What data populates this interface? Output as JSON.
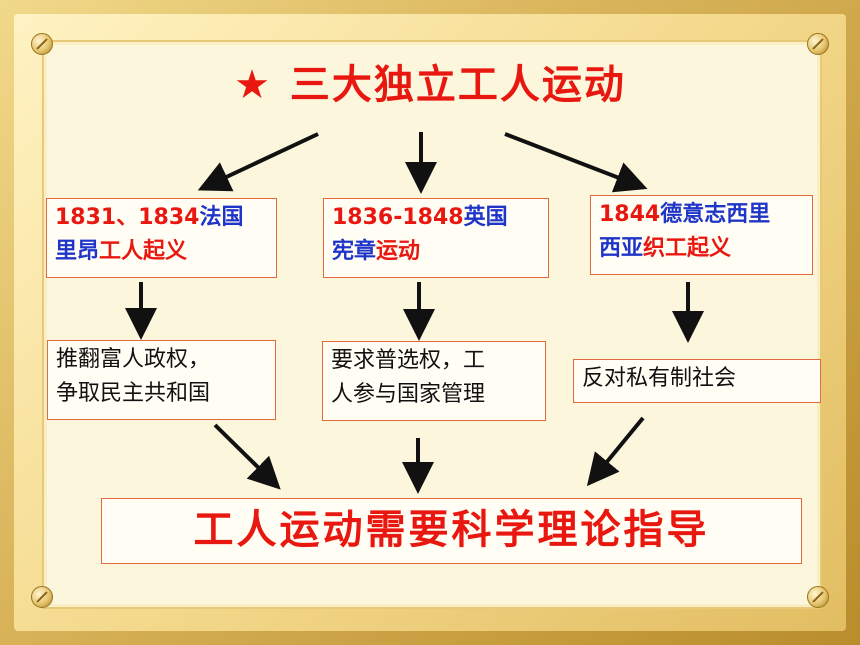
{
  "title": {
    "star": "★",
    "text": "三大独立工人运动"
  },
  "movements": [
    {
      "line1": [
        {
          "text": "1831、1834",
          "color": "red"
        },
        {
          "text": "法国",
          "color": "blue"
        }
      ],
      "line2": [
        {
          "text": "里昂",
          "color": "blue"
        },
        {
          "text": "工人起义",
          "color": "red"
        }
      ]
    },
    {
      "line1": [
        {
          "text": "1836-1848",
          "color": "red"
        },
        {
          "text": "英国",
          "color": "blue"
        }
      ],
      "line2": [
        {
          "text": "宪章",
          "color": "blue"
        },
        {
          "text": "运动",
          "color": "red"
        }
      ]
    },
    {
      "line1": [
        {
          "text": "1844",
          "color": "red"
        },
        {
          "text": "德意志西里",
          "color": "blue"
        }
      ],
      "line2": [
        {
          "text": "西亚",
          "color": "blue"
        },
        {
          "text": "织工起义",
          "color": "red"
        }
      ]
    }
  ],
  "goals": [
    {
      "line1": "推翻富人政权，",
      "line2": "争取民主共和国"
    },
    {
      "line1": "要求普选权，工",
      "line2": "人参与国家管理"
    },
    {
      "line1": "反对私有制社会",
      "line2": ""
    }
  ],
  "conclusion": "工人运动需要科学理论指导",
  "colors": {
    "red": "#e8170f",
    "blue": "#1f35c9",
    "box_border": "#e46a3c",
    "frame_gold": "#d9b45a"
  }
}
